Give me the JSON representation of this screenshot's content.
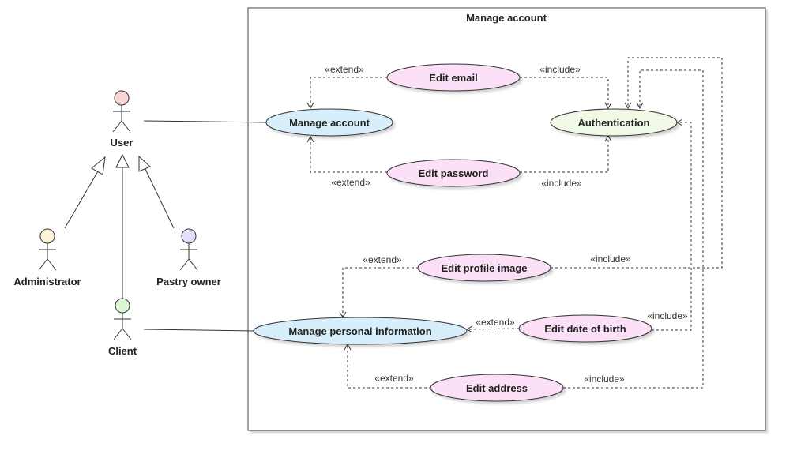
{
  "system": {
    "title": "Manage account"
  },
  "actors": [
    {
      "id": "user",
      "name": "User",
      "color": "#f9d6d6"
    },
    {
      "id": "administrator",
      "name": "Administrator",
      "color": "#fdf3d8"
    },
    {
      "id": "pastry_owner",
      "name": "Pastry owner",
      "color": "#e6dcfb"
    },
    {
      "id": "client",
      "name": "Client",
      "color": "#dcf7d6"
    }
  ],
  "use_cases": [
    {
      "id": "manage_account",
      "name": "Manage account",
      "color": "#d7eefb"
    },
    {
      "id": "edit_email",
      "name": "Edit email",
      "color": "#fce0f7"
    },
    {
      "id": "authentication",
      "name": "Authentication",
      "color": "#eff9e6"
    },
    {
      "id": "edit_password",
      "name": "Edit password",
      "color": "#fce0f7"
    },
    {
      "id": "edit_profile_image",
      "name": "Edit profile image",
      "color": "#fce0f7"
    },
    {
      "id": "manage_personal_information",
      "name": "Manage personal information",
      "color": "#d7eefb"
    },
    {
      "id": "edit_date_of_birth",
      "name": "Edit date of birth",
      "color": "#fce0f7"
    },
    {
      "id": "edit_address",
      "name": "Edit address",
      "color": "#fce0f7"
    }
  ],
  "relations": [
    {
      "from": "user",
      "to": "manage_account",
      "type": "association"
    },
    {
      "from": "client",
      "to": "manage_personal_information",
      "type": "association"
    },
    {
      "from": "administrator",
      "to": "user",
      "type": "generalization"
    },
    {
      "from": "client",
      "to": "user",
      "type": "generalization"
    },
    {
      "from": "pastry_owner",
      "to": "user",
      "type": "generalization"
    },
    {
      "from": "edit_email",
      "to": "manage_account",
      "type": "extend",
      "label": "«extend»"
    },
    {
      "from": "edit_password",
      "to": "manage_account",
      "type": "extend",
      "label": "«extend»"
    },
    {
      "from": "edit_email",
      "to": "authentication",
      "type": "include",
      "label": "«include»"
    },
    {
      "from": "edit_password",
      "to": "authentication",
      "type": "include",
      "label": "«include»"
    },
    {
      "from": "edit_profile_image",
      "to": "manage_personal_information",
      "type": "extend",
      "label": "«extend»"
    },
    {
      "from": "edit_date_of_birth",
      "to": "manage_personal_information",
      "type": "extend",
      "label": "«extend»"
    },
    {
      "from": "edit_address",
      "to": "manage_personal_information",
      "type": "extend",
      "label": "«extend»"
    },
    {
      "from": "edit_profile_image",
      "to": "authentication",
      "type": "include",
      "label": "«include»"
    },
    {
      "from": "edit_date_of_birth",
      "to": "authentication",
      "type": "include",
      "label": "«include»"
    },
    {
      "from": "edit_address",
      "to": "authentication",
      "type": "include",
      "label": "«include»"
    }
  ]
}
